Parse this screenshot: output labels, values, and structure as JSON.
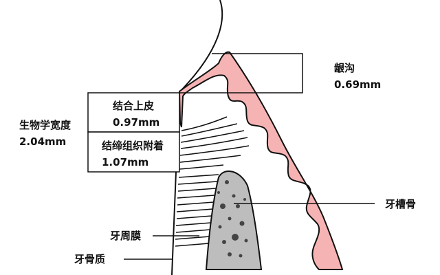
{
  "labels": {
    "sulcus": {
      "name": "龈沟",
      "value": "0.69mm"
    },
    "junctional_epithelium": {
      "name": "结合上皮",
      "value": "0.97mm"
    },
    "biologic_width": {
      "name": "生物学宽度",
      "value": "2.04mm"
    },
    "connective_tissue_attachment": {
      "name": "结缔组织附着",
      "value": "1.07mm"
    },
    "alveolar_bone": {
      "name": "牙槽骨"
    },
    "periodontal_ligament": {
      "name": "牙周膜"
    },
    "cementum": {
      "name": "牙骨质"
    }
  },
  "colors": {
    "gingiva_fill": "#f6b3b3",
    "bone_fill": "#bdbdbd",
    "line": "#111111"
  }
}
